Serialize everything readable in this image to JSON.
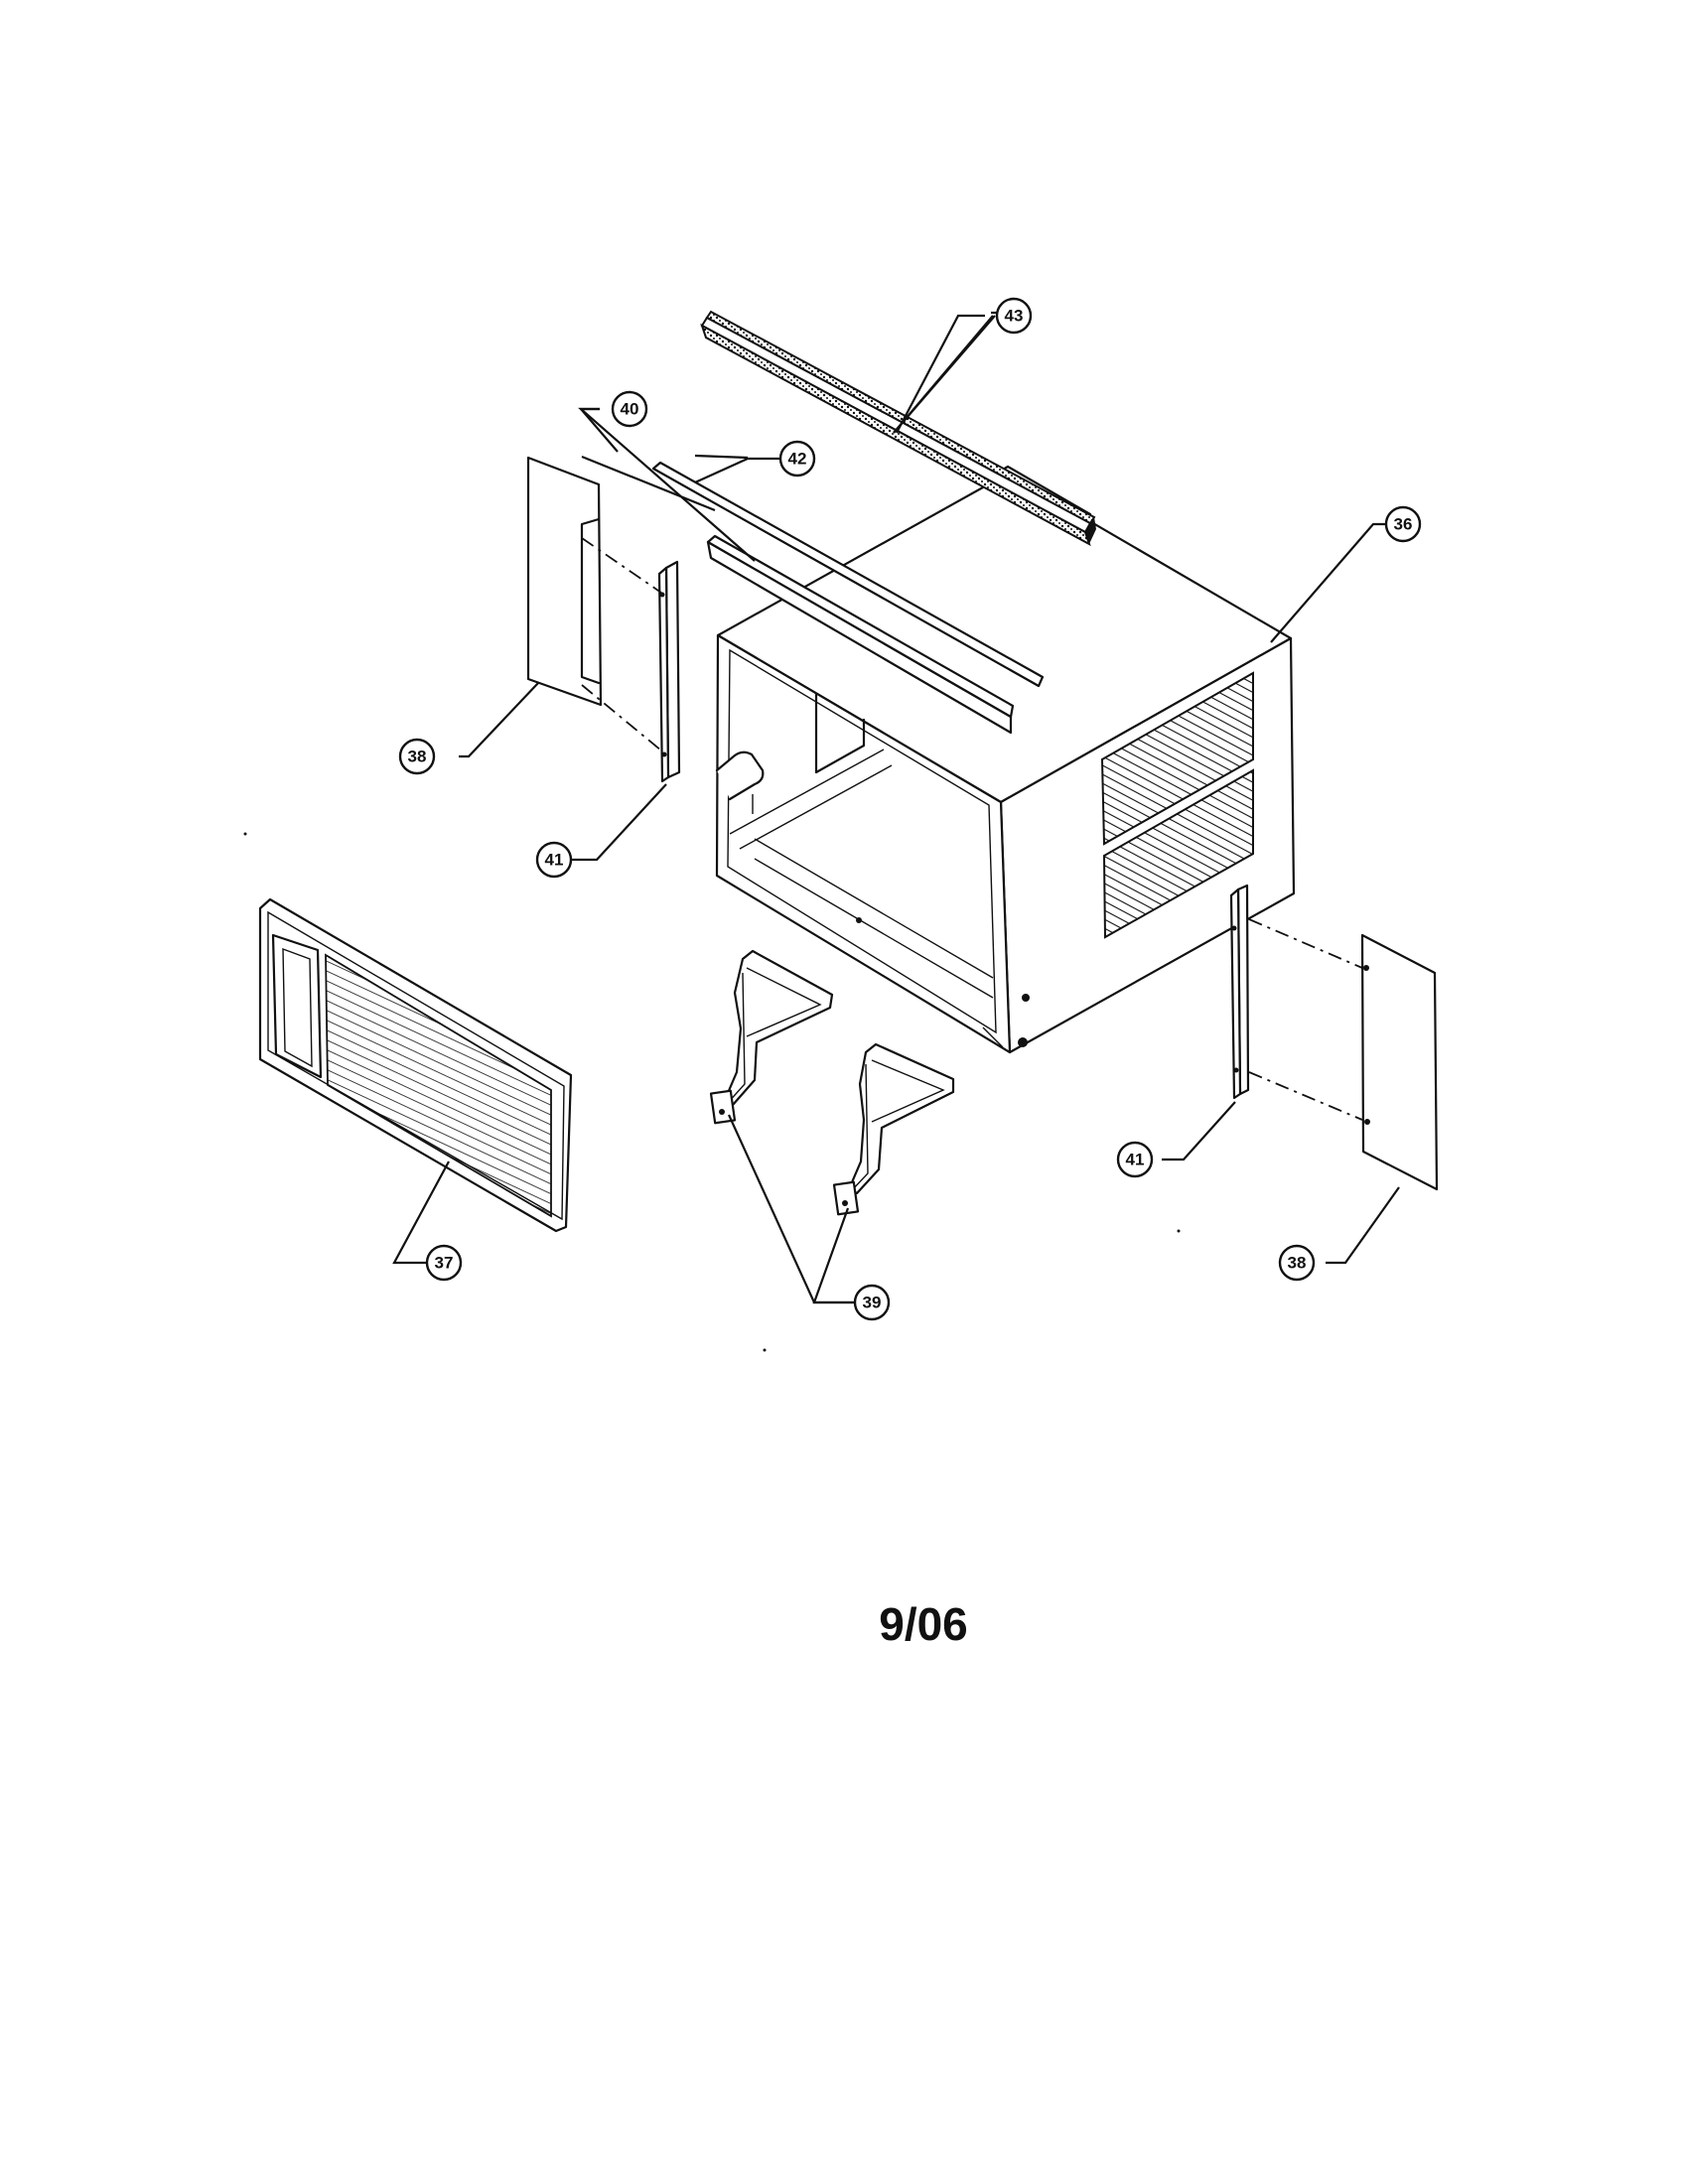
{
  "callouts": {
    "c36": "36",
    "c37": "37",
    "c38_left": "38",
    "c38_right": "38",
    "c39": "39",
    "c40": "40",
    "c41_left": "41",
    "c41_right": "41",
    "c42": "42",
    "c43": "43"
  },
  "footer": {
    "date_code": "9/06"
  }
}
